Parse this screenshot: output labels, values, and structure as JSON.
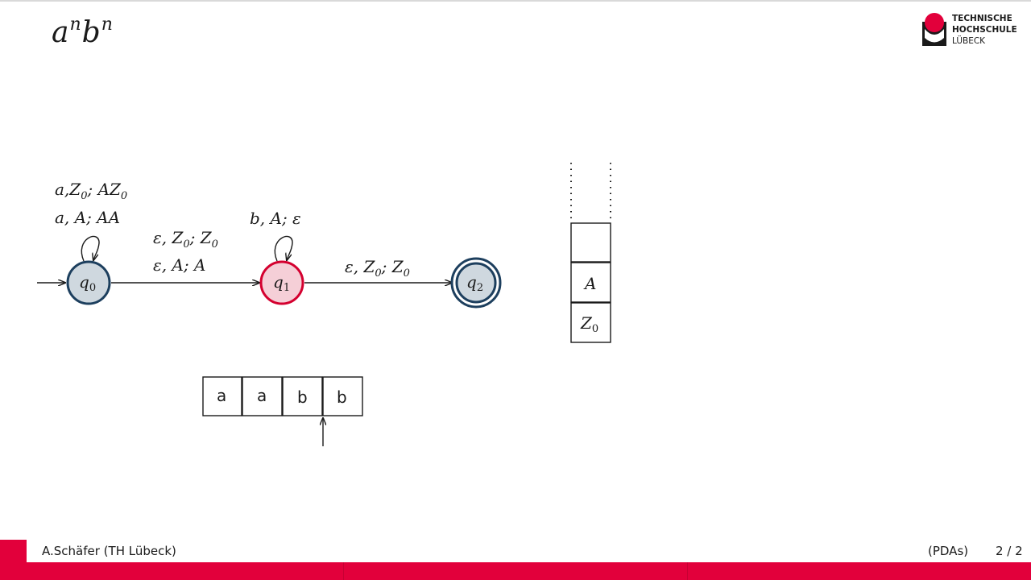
{
  "slide": {
    "title": {
      "base1": "a",
      "exp1": "n",
      "base2": "b",
      "exp2": "n"
    }
  },
  "logo": {
    "line1": "TECHNISCHE",
    "line2": "HOCHSCHULE",
    "line3": "LÜBECK",
    "accent_color": "#e2003b"
  },
  "automaton": {
    "states": [
      {
        "base": "q",
        "sub": "0",
        "fill": "#cfd8df",
        "stroke": "#1d3f5e",
        "initial": true,
        "accepting": false
      },
      {
        "base": "q",
        "sub": "1",
        "fill": "#f5cfd7",
        "stroke": "#d4002f",
        "initial": false,
        "accepting": false,
        "active": true
      },
      {
        "base": "q",
        "sub": "2",
        "fill": "#cfd8df",
        "stroke": "#1d3f5e",
        "initial": false,
        "accepting": true
      }
    ],
    "loop_q0": [
      {
        "parts": [
          "a,Z",
          "0",
          "; AZ",
          "0"
        ]
      },
      {
        "parts": [
          "a, A; AA"
        ]
      }
    ],
    "loop_q1": {
      "parts": [
        "b, A; ε"
      ]
    },
    "edge_q0_q1": [
      {
        "parts": [
          "ε, Z",
          "0",
          "; Z",
          "0"
        ]
      },
      {
        "parts": [
          "ε, A; A"
        ]
      }
    ],
    "edge_q1_q2": {
      "parts": [
        "ε, Z",
        "0",
        "; Z",
        "0"
      ]
    }
  },
  "stack": {
    "cells": [
      {
        "base": "",
        "sub": ""
      },
      {
        "base": "A",
        "sub": ""
      },
      {
        "base": "Z",
        "sub": "0"
      }
    ]
  },
  "tape": {
    "cells": [
      "a",
      "a",
      "b",
      "b"
    ],
    "head_index": 3
  },
  "footer": {
    "author": "A.Schäfer  (TH Lübeck)",
    "section": "(PDAs)",
    "page": "2 / 2"
  }
}
